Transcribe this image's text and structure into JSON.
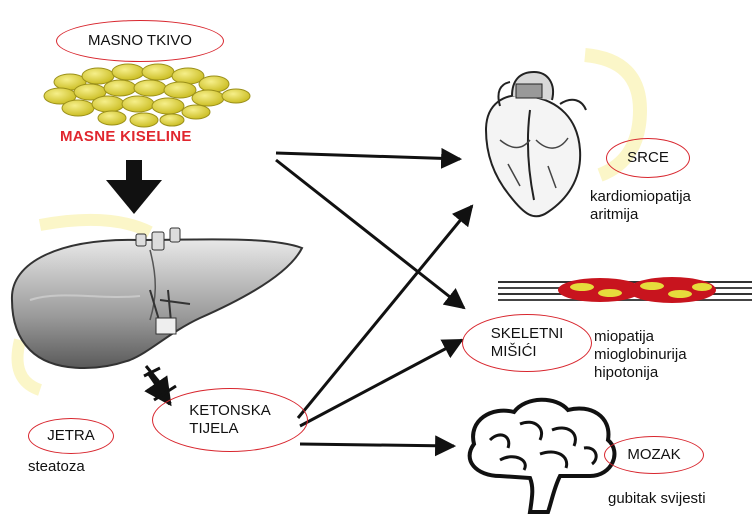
{
  "colors": {
    "oval_border": "#d8262e",
    "heading_red": "#e0262e",
    "arrow": "#111111",
    "fat_yellow": "#e6dc3c",
    "muscle_red": "#c8141e"
  },
  "source": {
    "tissue": "MASNO TKIVO",
    "acids": "MASNE KISELINE"
  },
  "liver": {
    "name": "JETRA",
    "condition": "steatoza"
  },
  "ketones": {
    "label": "KETONSKA\nTIJELA"
  },
  "targets": {
    "heart": {
      "name": "SRCE",
      "conditions": "kardiomiopatija\naritmija"
    },
    "muscle": {
      "name": "SKELETNI\nMIŠIĆI",
      "conditions": "miopatija\nmioglobinurija\nhipotonija"
    },
    "brain": {
      "name": "MOZAK",
      "conditions": "gubitak svijesti"
    }
  },
  "icons": [
    "fat-globules-icon",
    "liver-icon",
    "heart-icon",
    "muscle-fiber-icon",
    "brain-icon"
  ]
}
